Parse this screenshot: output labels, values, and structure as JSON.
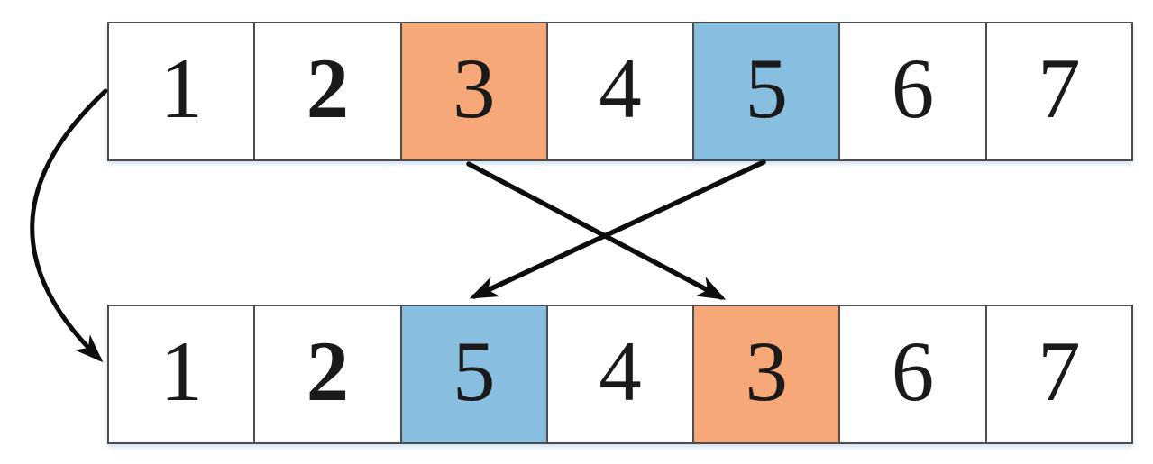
{
  "diagram": {
    "type": "array-swap-diagram",
    "colors": {
      "cell_background": "#ffffff",
      "highlight_orange": "#F7A878",
      "highlight_blue": "#88BEDF",
      "border": "#4d4d4d",
      "arrow": "#0d0d0d",
      "digit": "#1a1a1a"
    },
    "rows": {
      "before": {
        "label": "array-before-swap",
        "cells": [
          {
            "value": "1",
            "bg": "#ffffff",
            "weight": "normal",
            "highlight": "none"
          },
          {
            "value": "2",
            "bg": "#ffffff",
            "weight": "bold",
            "highlight": "none"
          },
          {
            "value": "3",
            "bg": "#F7A878",
            "weight": "normal",
            "highlight": "orange"
          },
          {
            "value": "4",
            "bg": "#ffffff",
            "weight": "normal",
            "highlight": "none"
          },
          {
            "value": "5",
            "bg": "#88BEDF",
            "weight": "normal",
            "highlight": "blue"
          },
          {
            "value": "6",
            "bg": "#ffffff",
            "weight": "normal",
            "highlight": "none"
          },
          {
            "value": "7",
            "bg": "#ffffff",
            "weight": "normal",
            "highlight": "none"
          }
        ]
      },
      "after": {
        "label": "array-after-swap",
        "cells": [
          {
            "value": "1",
            "bg": "#ffffff",
            "weight": "normal",
            "highlight": "none"
          },
          {
            "value": "2",
            "bg": "#ffffff",
            "weight": "bold",
            "highlight": "none"
          },
          {
            "value": "5",
            "bg": "#88BEDF",
            "weight": "normal",
            "highlight": "blue"
          },
          {
            "value": "4",
            "bg": "#ffffff",
            "weight": "normal",
            "highlight": "none"
          },
          {
            "value": "3",
            "bg": "#F7A878",
            "weight": "normal",
            "highlight": "orange"
          },
          {
            "value": "6",
            "bg": "#ffffff",
            "weight": "normal",
            "highlight": "none"
          },
          {
            "value": "7",
            "bg": "#ffffff",
            "weight": "normal",
            "highlight": "none"
          }
        ]
      }
    },
    "arrows": [
      {
        "id": "row-transition-arrow",
        "from": "before-row-left-edge",
        "to": "after-row-left-edge",
        "shape": "curved"
      },
      {
        "id": "swap-arrow-orange",
        "from": "before-cell-3",
        "to": "after-cell-5",
        "shape": "straight"
      },
      {
        "id": "swap-arrow-blue",
        "from": "before-cell-5",
        "to": "after-cell-3",
        "shape": "straight"
      }
    ]
  }
}
